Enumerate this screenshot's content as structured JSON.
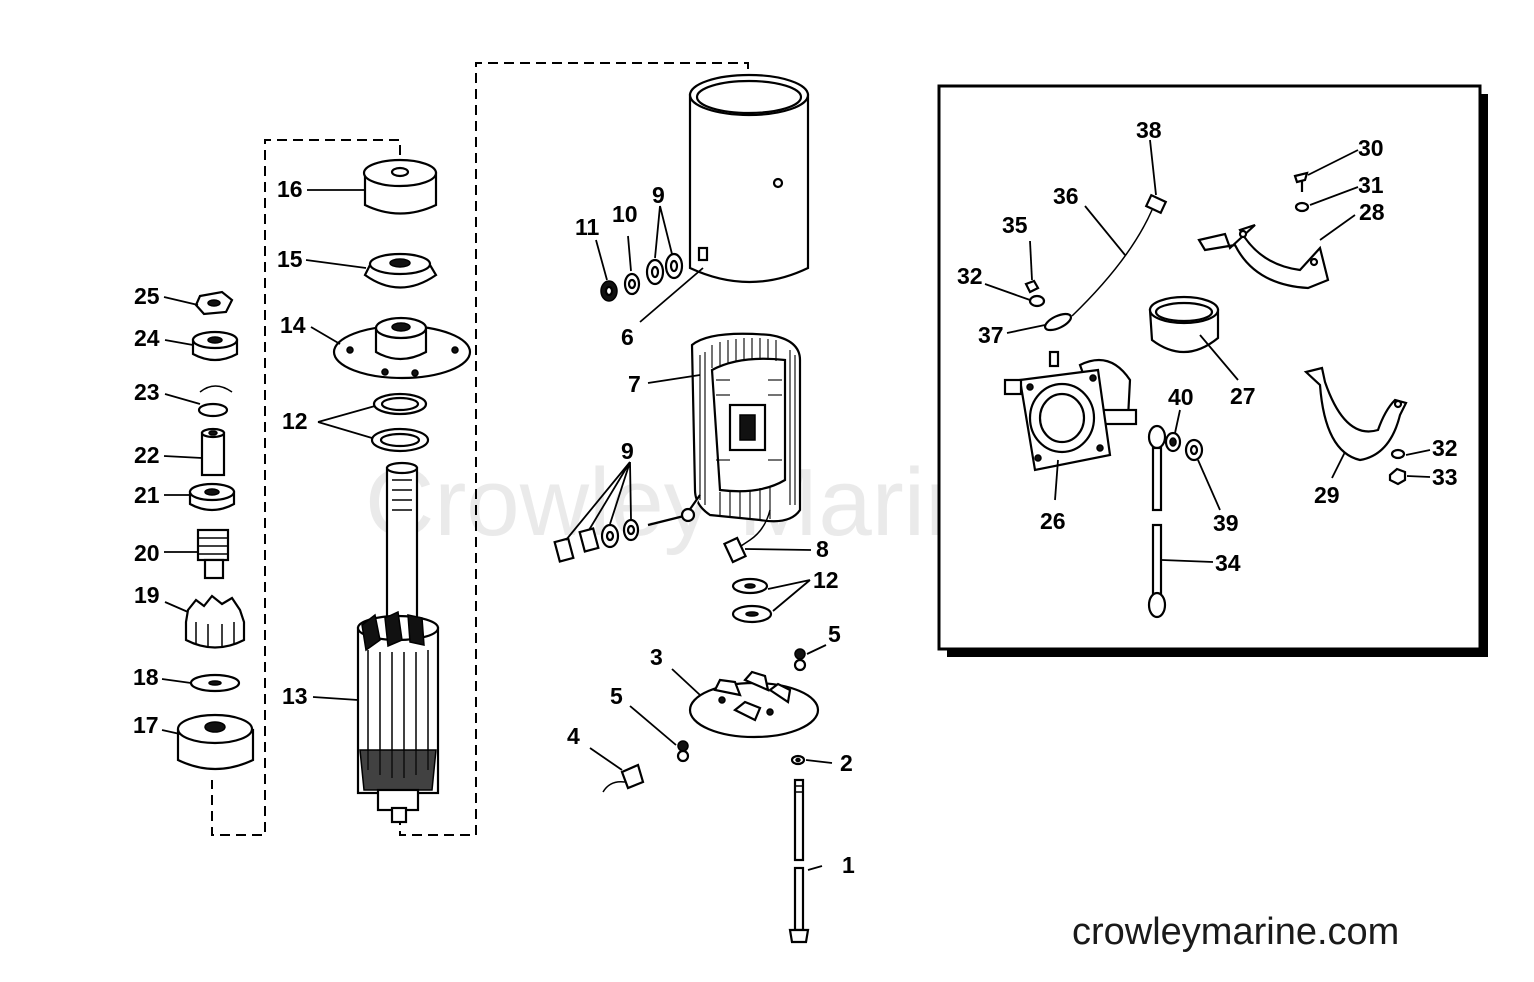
{
  "watermark": "Crowley Marine",
  "site_url": "crowleymarine.com",
  "callouts": [
    {
      "id": "c1",
      "label": "1"
    },
    {
      "id": "c2",
      "label": "2"
    },
    {
      "id": "c3",
      "label": "3"
    },
    {
      "id": "c4",
      "label": "4"
    },
    {
      "id": "c5a",
      "label": "5"
    },
    {
      "id": "c5b",
      "label": "5"
    },
    {
      "id": "c6",
      "label": "6"
    },
    {
      "id": "c7",
      "label": "7"
    },
    {
      "id": "c8",
      "label": "8"
    },
    {
      "id": "c9a",
      "label": "9"
    },
    {
      "id": "c9b",
      "label": "9"
    },
    {
      "id": "c10",
      "label": "10"
    },
    {
      "id": "c11",
      "label": "11"
    },
    {
      "id": "c12a",
      "label": "12"
    },
    {
      "id": "c12b",
      "label": "12"
    },
    {
      "id": "c13",
      "label": "13"
    },
    {
      "id": "c14",
      "label": "14"
    },
    {
      "id": "c15",
      "label": "15"
    },
    {
      "id": "c16",
      "label": "16"
    },
    {
      "id": "c17",
      "label": "17"
    },
    {
      "id": "c18",
      "label": "18"
    },
    {
      "id": "c19",
      "label": "19"
    },
    {
      "id": "c20",
      "label": "20"
    },
    {
      "id": "c21",
      "label": "21"
    },
    {
      "id": "c22",
      "label": "22"
    },
    {
      "id": "c23",
      "label": "23"
    },
    {
      "id": "c24",
      "label": "24"
    },
    {
      "id": "c25",
      "label": "25"
    },
    {
      "id": "c26",
      "label": "26"
    },
    {
      "id": "c27",
      "label": "27"
    },
    {
      "id": "c28",
      "label": "28"
    },
    {
      "id": "c29",
      "label": "29"
    },
    {
      "id": "c30",
      "label": "30"
    },
    {
      "id": "c31",
      "label": "31"
    },
    {
      "id": "c32a",
      "label": "32"
    },
    {
      "id": "c32b",
      "label": "32"
    },
    {
      "id": "c33",
      "label": "33"
    },
    {
      "id": "c34",
      "label": "34"
    },
    {
      "id": "c35",
      "label": "35"
    },
    {
      "id": "c36",
      "label": "36"
    },
    {
      "id": "c37",
      "label": "37"
    },
    {
      "id": "c38",
      "label": "38"
    },
    {
      "id": "c39",
      "label": "39"
    },
    {
      "id": "c40",
      "label": "40"
    }
  ]
}
